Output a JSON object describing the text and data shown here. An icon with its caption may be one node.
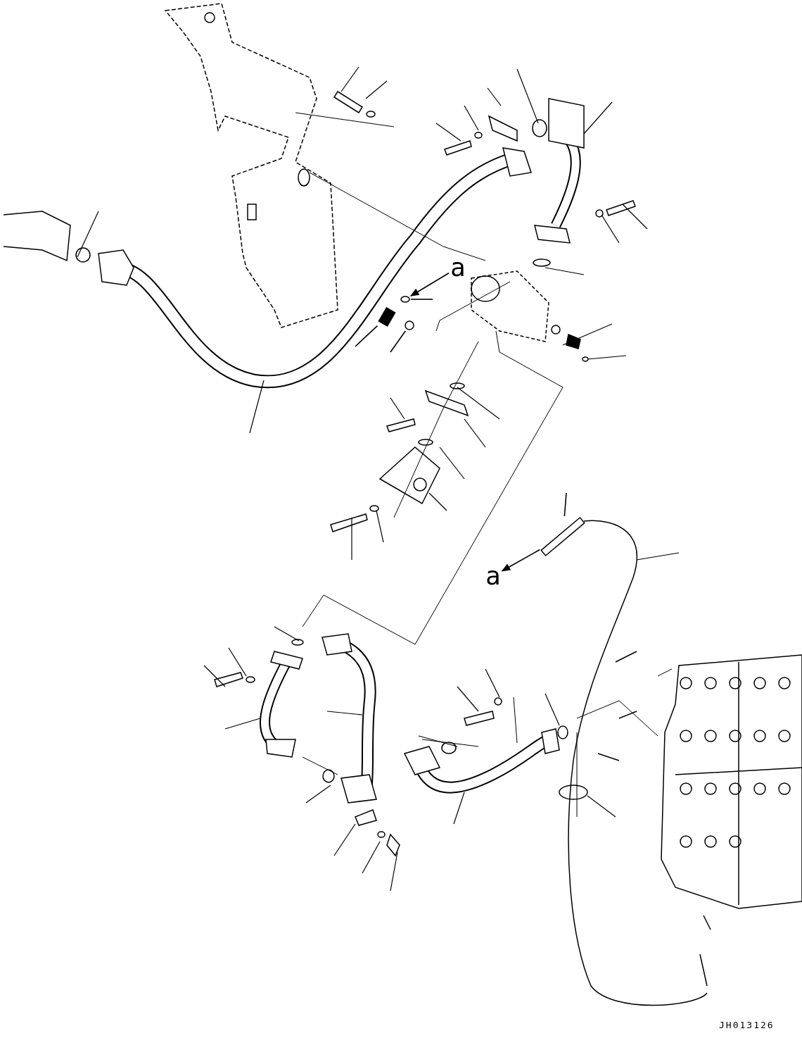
{
  "diagram": {
    "nodes": [
      {
        "text": [
          "a"
        ]
      },
      {
        "text": [
          "a"
        ]
      },
      {
        "text": [],
        "shape": "circle"
      },
      {
        "text": [],
        "shape": "box"
      },
      {
        "text": [],
        "shape": "box"
      },
      {
        "text": [],
        "shape": "circle"
      }
    ],
    "edges": [
      {
        "from": 0,
        "to": 2,
        "arrow": "to"
      },
      {
        "from": 3,
        "to": 1,
        "arrow": "to"
      },
      {
        "from": 2,
        "to": null,
        "arrow": "none"
      },
      {
        "from": 3,
        "to": null,
        "arrow": "none"
      },
      {
        "from": 4,
        "to": null,
        "arrow": "none"
      },
      {
        "from": 5,
        "to": null,
        "arrow": "none"
      }
    ],
    "labels": [
      "JH013126"
    ]
  }
}
